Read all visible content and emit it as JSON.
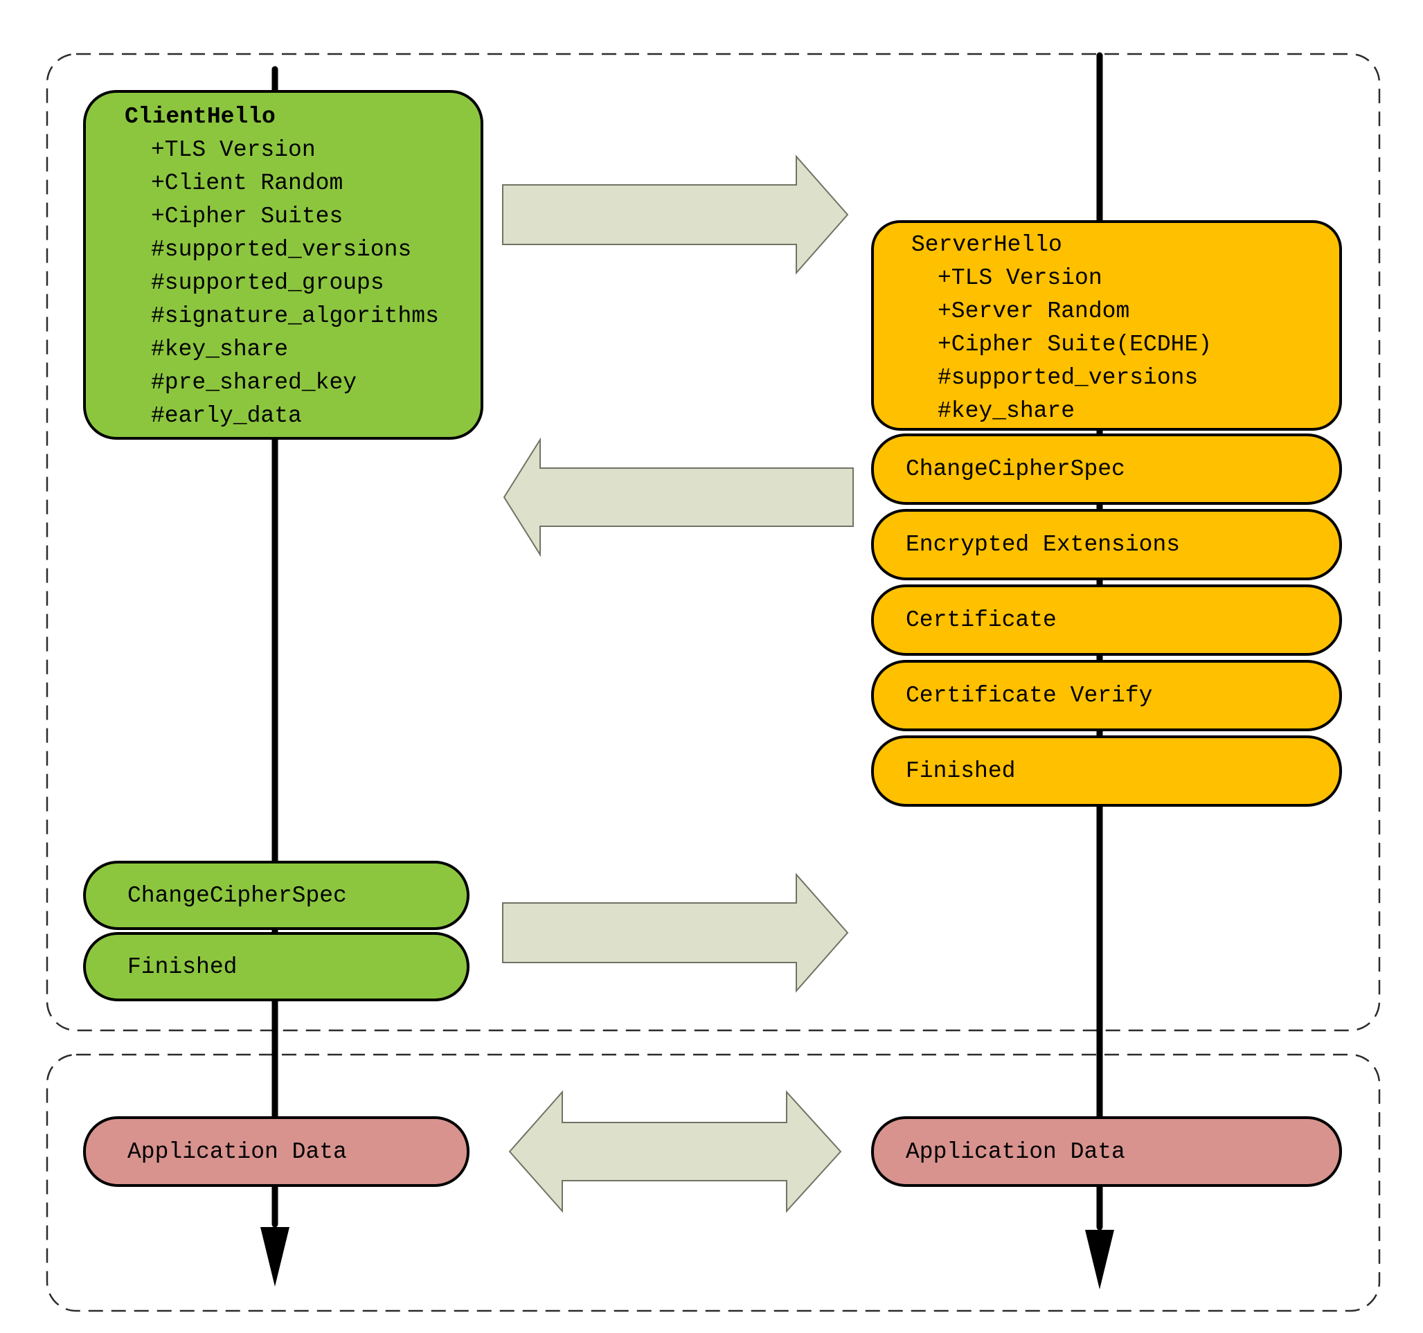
{
  "client": {
    "hello": {
      "title": "ClientHello",
      "items": [
        "+TLS Version",
        "+Client Random",
        "+Cipher Suites",
        "#supported_versions",
        "#supported_groups",
        "#signature_algorithms",
        "#key_share",
        "#pre_shared_key",
        "#early_data"
      ]
    },
    "change_cipher_spec": "ChangeCipherSpec",
    "finished": "Finished",
    "application_data": "Application Data"
  },
  "server": {
    "hello": {
      "title": "ServerHello",
      "items": [
        "+TLS Version",
        "+Server Random",
        "+Cipher Suite(ECDHE)",
        "#supported_versions",
        "#key_share"
      ]
    },
    "messages": [
      "ChangeCipherSpec",
      "Encrypted Extensions",
      "Certificate",
      "Certificate Verify",
      "Finished"
    ],
    "application_data": "Application Data"
  },
  "colors": {
    "client_fill": "#8CC63F",
    "server_fill": "#FFC000",
    "application_data_fill": "#D8938F",
    "arrow_fill": "#DDE0CB",
    "arrow_stroke": "#6E7463",
    "line_color": "#000000",
    "border_color": "#000000",
    "dashed_border_color": "#2B2B2B"
  }
}
